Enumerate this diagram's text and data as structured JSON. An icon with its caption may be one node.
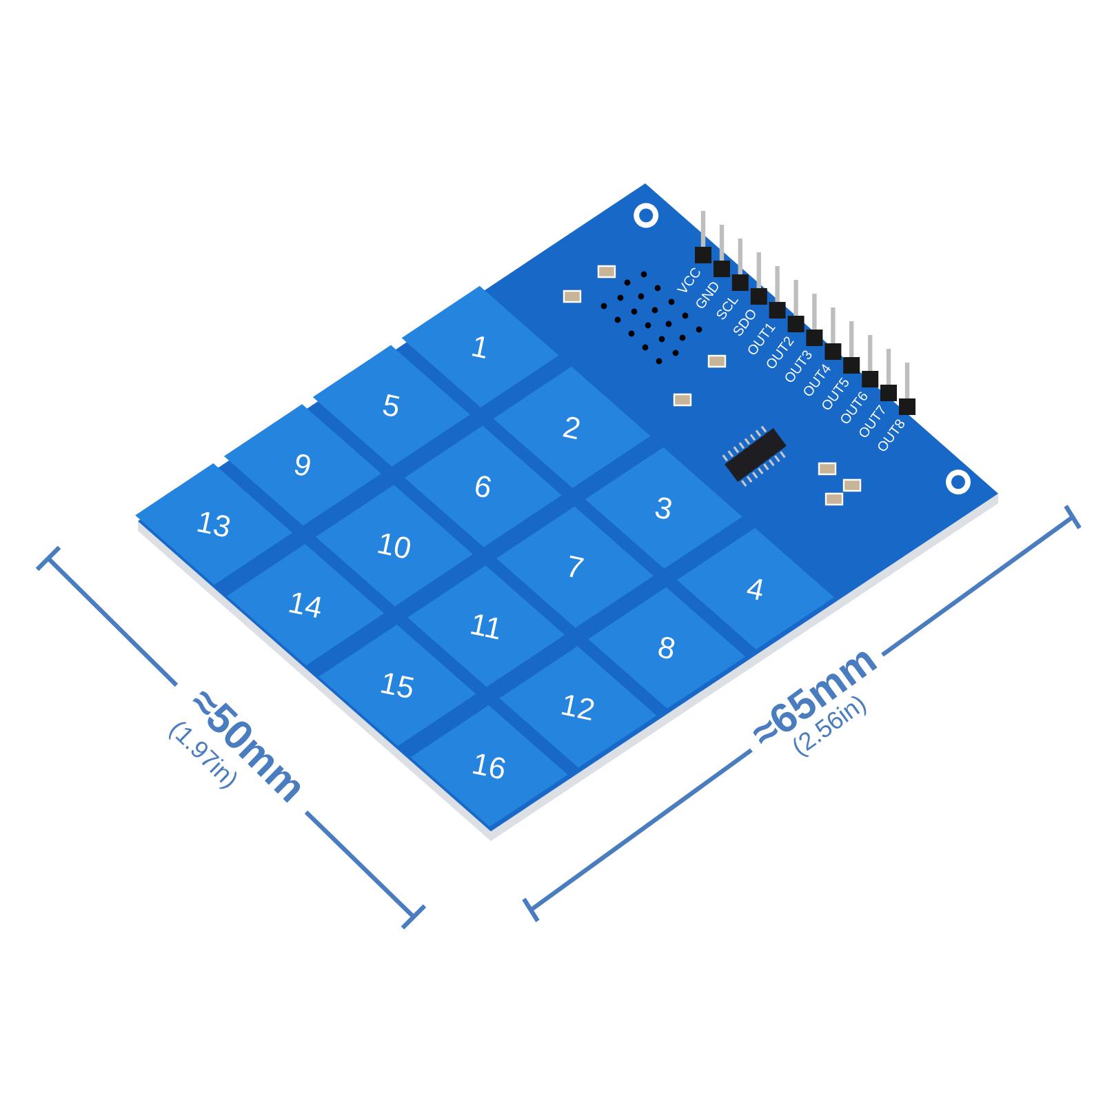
{
  "diagram": {
    "nodes": [
      {
        "text": [
          "1"
        ]
      },
      {
        "text": [
          "2"
        ]
      },
      {
        "text": [
          "3"
        ]
      },
      {
        "text": [
          "4"
        ]
      },
      {
        "text": [
          "5"
        ]
      },
      {
        "text": [
          "6"
        ]
      },
      {
        "text": [
          "7"
        ]
      },
      {
        "text": [
          "8"
        ]
      },
      {
        "text": [
          "9"
        ]
      },
      {
        "text": [
          "10"
        ]
      },
      {
        "text": [
          "11"
        ]
      },
      {
        "text": [
          "12"
        ]
      },
      {
        "text": [
          "13"
        ]
      },
      {
        "text": [
          "14"
        ]
      },
      {
        "text": [
          "15"
        ]
      },
      {
        "text": [
          "16"
        ]
      }
    ],
    "labels": [
      "VCC",
      "GND",
      "SCL",
      "SDO",
      "OUT1",
      "OUT2",
      "OUT3",
      "OUT4",
      "OUT5",
      "OUT6",
      "OUT7",
      "OUT8",
      "≈50mm",
      "(1.97in)",
      "≈65mm",
      "(2.56in)"
    ]
  }
}
